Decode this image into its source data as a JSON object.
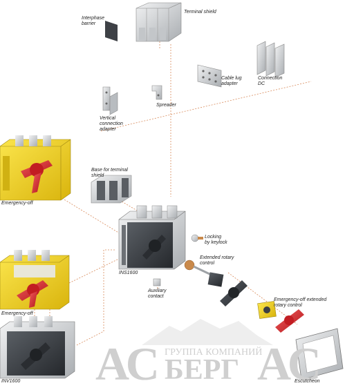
{
  "labels": {
    "interphase_barrier": [
      "Interphase",
      "barrier"
    ],
    "terminal_shield": "Terminal shield",
    "cable_lug_adapter": [
      "Cable lug",
      "adapter"
    ],
    "connection_dc": [
      "Connection",
      "DC"
    ],
    "vertical_connection_adapter": [
      "Vertical",
      "connection",
      "adapter"
    ],
    "spreader": "Spreader",
    "emergency_off_top": "Emergency-off",
    "base_for_terminal_shield": [
      "Base for terminal",
      "shield"
    ],
    "locking_by_keylock": [
      "Locking",
      "by keylock"
    ],
    "extended_rotary_control": [
      "Extended rotary",
      "control"
    ],
    "ins1600": "INS1600",
    "auxiliary_contact": [
      "Auxiliary",
      "contact"
    ],
    "emergency_off_mid": "Emergency-off",
    "emergency_off_extended_rotary_control": [
      "Emergency-off extended",
      "rotary control"
    ],
    "inv1600": "INV1600",
    "escutcheon": "Escutcheon"
  },
  "watermark": {
    "brand_left": "АС",
    "company": "ГРУППА КОМПАНИЙ",
    "name": "БЕРГ",
    "brand_right": "АС"
  },
  "colors": {
    "yellow": "#f2d21a",
    "red": "#d8262b",
    "dark_grey": "#3b3f44",
    "grey": "#9ea2a6",
    "silver": "#d9dcdf",
    "copper": "#c9894a",
    "leader": "#d88a5a"
  }
}
